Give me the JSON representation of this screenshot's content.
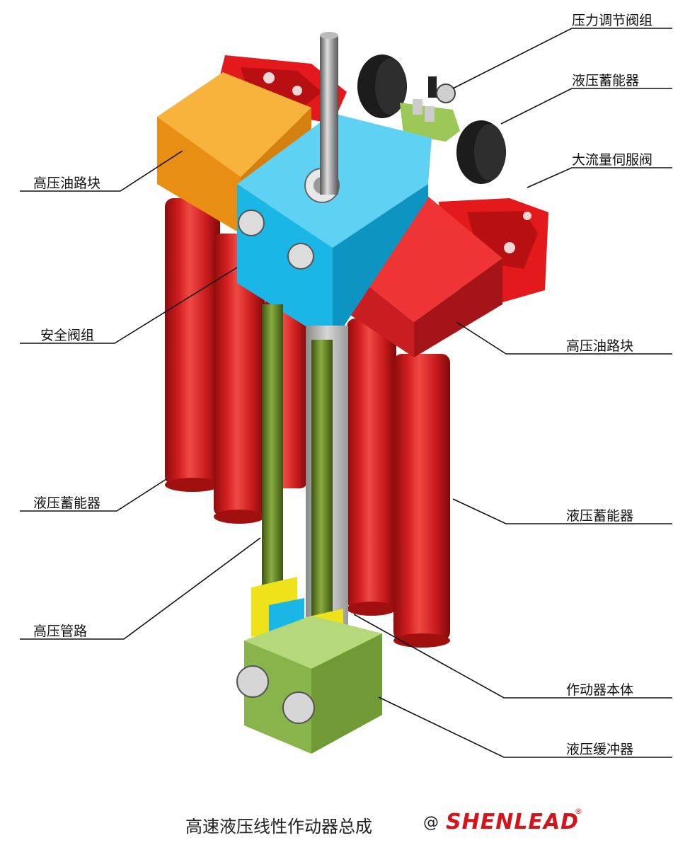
{
  "labels": {
    "pressure_valve": "压力调节阀组",
    "accumulator_top": "液压蓄能器",
    "servo_valve": "大流量伺服阀",
    "manifold_left": "高压油路块",
    "safety_valve": "安全阀组",
    "manifold_right": "高压油路块",
    "accumulator_left": "液压蓄能器",
    "accumulator_right": "液压蓄能器",
    "pipe": "高压管路",
    "actuator_body": "作动器本体",
    "buffer": "液压缓冲器"
  },
  "footer": {
    "title": "高速液压线性作动器总成",
    "at": "@",
    "brand": "SHENLEAD",
    "registered": "®"
  },
  "colors": {
    "red_cylinder": "#d3191c",
    "orange_block": "#f5a21b",
    "blue_block": "#1ab7e6",
    "red_block": "#e3262a",
    "green": "#6e8e2b",
    "yellow": "#eee31a",
    "light_green": "#9cc857",
    "brand": "#d4141b"
  }
}
